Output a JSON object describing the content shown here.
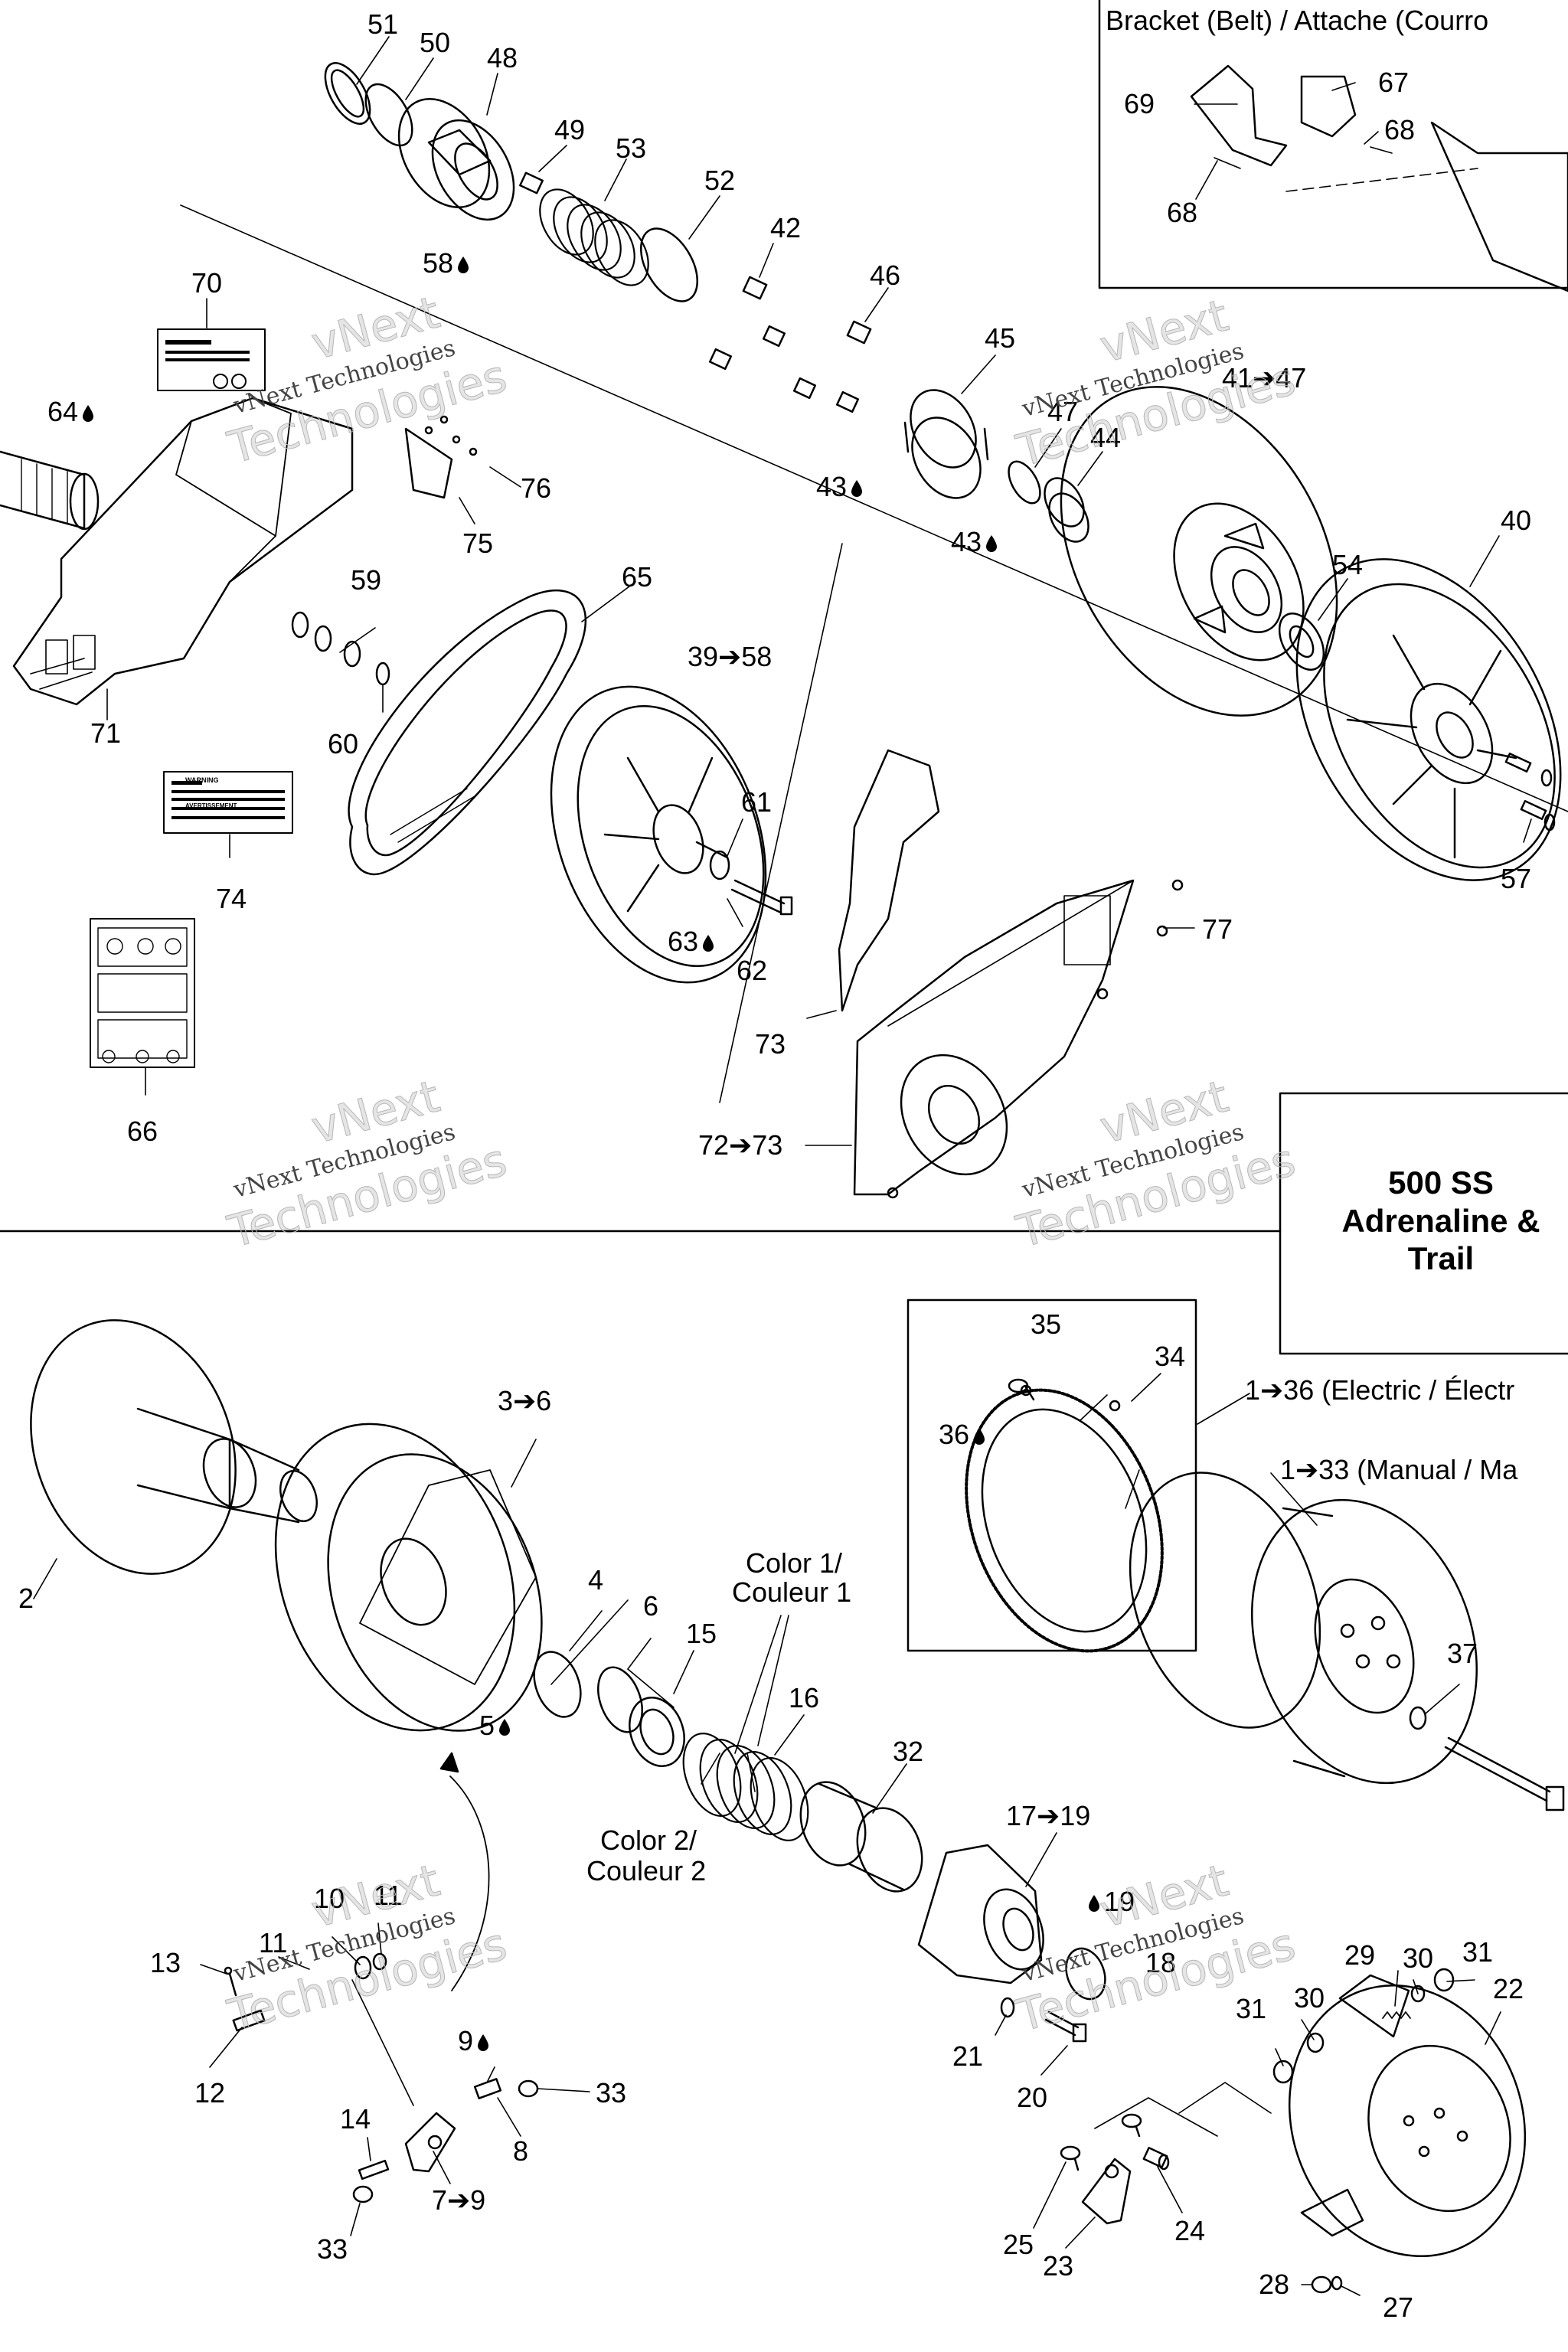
{
  "bracket_box": {
    "title": "Bracket (Belt) / Attache (Courro"
  },
  "model": {
    "line1": "500 SS",
    "line2": "Adrenaline &",
    "line3": "Trail"
  },
  "callouts": {
    "electric": "1➔36 (Electric / Électr",
    "manual": "1➔33 (Manual / Ma",
    "color1_a": "Color 1/",
    "color1_b": "Couleur 1",
    "color2_a": "Color 2/",
    "color2_b": "Couleur 2"
  },
  "watermark": {
    "line1": "vNext Technologies",
    "line2": "vNext",
    "line3": "Technologies"
  },
  "decals": {
    "warning_a": "WARNING",
    "warning_b": "AVERTISSEMENT"
  },
  "labels": {
    "p51": "51",
    "p50": "50",
    "p48": "48",
    "p49": "49",
    "p53": "53",
    "p52": "52",
    "p58": "58",
    "p42": "42",
    "p46": "46",
    "p45": "45",
    "p47": "47",
    "p44": "44",
    "p43a": "43",
    "p43b": "43",
    "p41_47": "41➔47",
    "p40": "40",
    "p54": "54",
    "p57": "57",
    "p70": "70",
    "p64": "64",
    "p76": "76",
    "p75": "75",
    "p59": "59",
    "p65": "65",
    "p39_58": "39➔58",
    "p60": "60",
    "p71": "71",
    "p74": "74",
    "p61": "61",
    "p63": "63",
    "p62": "62",
    "p77": "77",
    "p73": "73",
    "p72_73": "72➔73",
    "p66": "66",
    "p69": "69",
    "p67": "67",
    "p68a": "68",
    "p68b": "68",
    "p2": "2",
    "p3_6": "3➔6",
    "p4": "4",
    "p6": "6",
    "p15": "15",
    "p16": "16",
    "p5": "5",
    "p32": "32",
    "p17_19": "17➔19",
    "p19": "19",
    "p18": "18",
    "p35": "35",
    "p34": "34",
    "p36": "36",
    "p37": "37",
    "p21": "21",
    "p20": "20",
    "p30a": "30",
    "p31a": "31",
    "p29": "29",
    "p30b": "30",
    "p31b": "31",
    "p22": "22",
    "p10": "10",
    "p11a": "11",
    "p11b": "11",
    "p13": "13",
    "p12": "12",
    "p9": "9",
    "p33a": "33",
    "p14": "14",
    "p8": "8",
    "p7_9": "7➔9",
    "p33b": "33",
    "p25": "25",
    "p24": "24",
    "p23": "23",
    "p28": "28",
    "p27": "27"
  }
}
